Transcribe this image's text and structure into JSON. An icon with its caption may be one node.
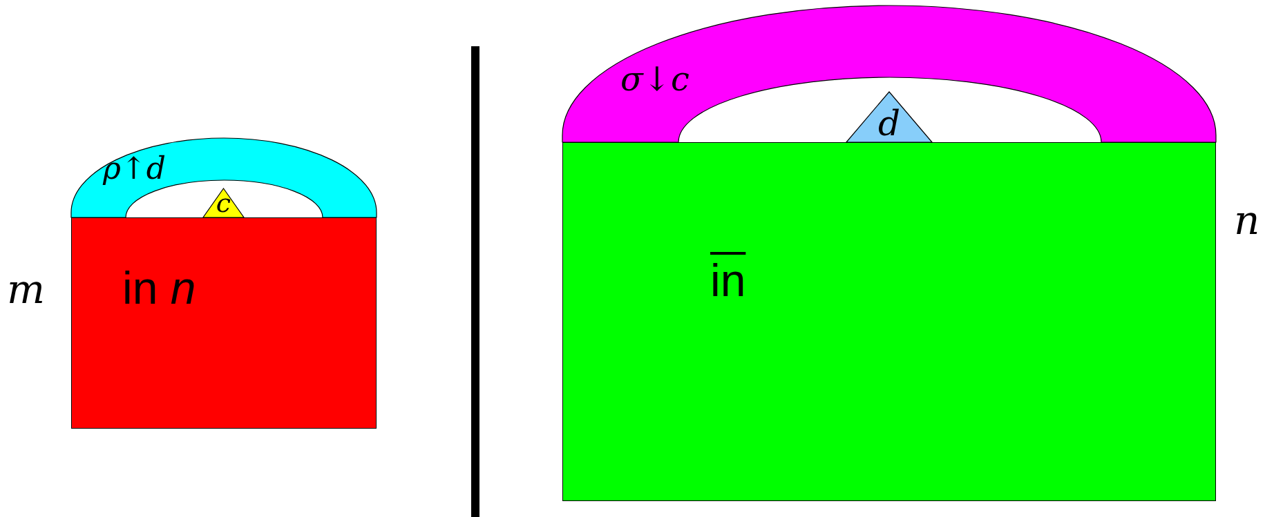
{
  "diagram": {
    "nodes": [
      {
        "text": [
          "*ρ*↑*d*"
        ]
      },
      {
        "text": [
          "c"
        ]
      },
      {
        "text": [
          "in *n*"
        ],
        "beside": [
          "m"
        ]
      },
      {
        "text": [
          "*σ*↓*c*"
        ]
      },
      {
        "text": [
          "d"
        ]
      },
      {
        "text": [
          "in"
        ],
        "beside": [
          "n"
        ]
      }
    ]
  }
}
